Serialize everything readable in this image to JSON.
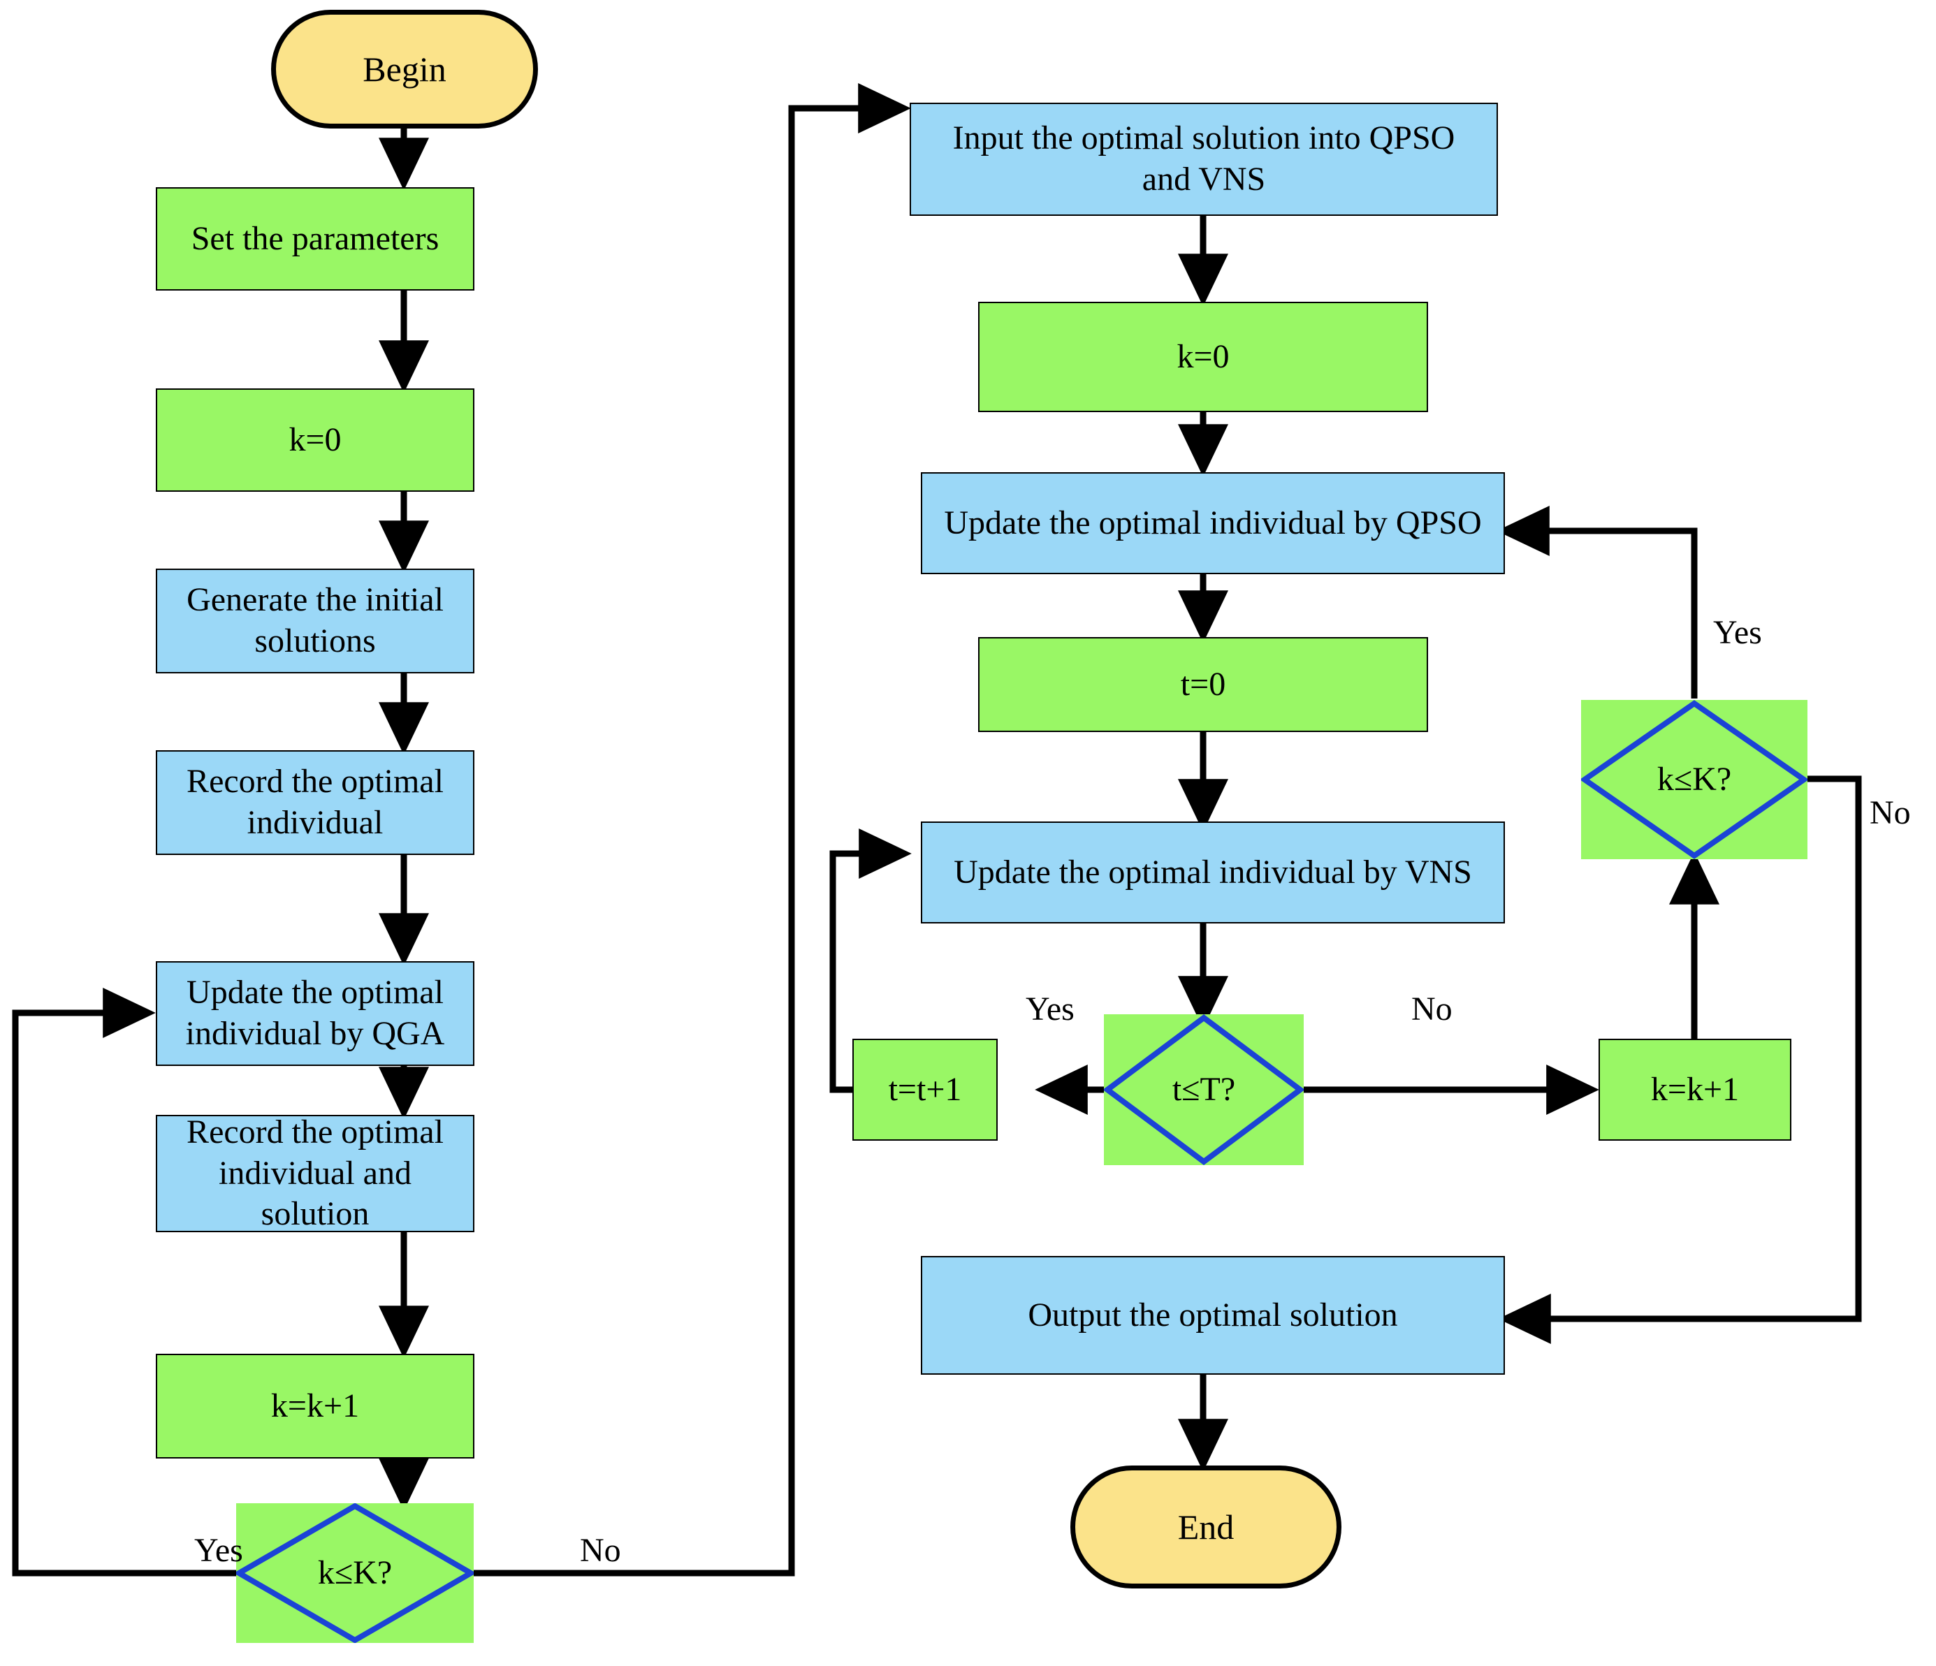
{
  "diagram": {
    "title": "Hybrid QGA-QPSO-VNS algorithm flowchart",
    "colors": {
      "terminator_fill": "#FBE38A",
      "process_green_fill": "#99F765",
      "process_blue_fill": "#9BD8F7",
      "decision_fill": "#99F765",
      "decision_border": "#1B43D6",
      "node_border": "#000000",
      "connector": "#000000",
      "background": "#FFFFFF"
    },
    "nodes": [
      {
        "id": "begin",
        "type": "terminator",
        "label": "Begin"
      },
      {
        "id": "set_params",
        "type": "process",
        "label": "Set the parameters"
      },
      {
        "id": "k0_left",
        "type": "process",
        "label": "k=0"
      },
      {
        "id": "gen_init",
        "type": "process",
        "label": "Generate the initial solutions"
      },
      {
        "id": "record_opt",
        "type": "process",
        "label": "Record the optimal individual"
      },
      {
        "id": "update_qga",
        "type": "process",
        "label": "Update the optimal individual by QGA"
      },
      {
        "id": "record_sol",
        "type": "process",
        "label": "Record the optimal individual and solution"
      },
      {
        "id": "k_inc_left",
        "type": "process",
        "label": "k=k+1"
      },
      {
        "id": "dec_k_left",
        "type": "decision",
        "label": "k≤K?"
      },
      {
        "id": "input_opt",
        "type": "process",
        "label": "Input the optimal solution into QPSO and VNS"
      },
      {
        "id": "k0_right",
        "type": "process",
        "label": "k=0"
      },
      {
        "id": "update_qpso",
        "type": "process",
        "label": "Update the optimal individual by QPSO"
      },
      {
        "id": "t0",
        "type": "process",
        "label": "t=0"
      },
      {
        "id": "update_vns",
        "type": "process",
        "label": "Update the optimal individual by VNS"
      },
      {
        "id": "dec_t",
        "type": "decision",
        "label": "t≤T?"
      },
      {
        "id": "t_inc",
        "type": "process",
        "label": "t=t+1"
      },
      {
        "id": "k_inc_right",
        "type": "process",
        "label": "k=k+1"
      },
      {
        "id": "dec_k_right",
        "type": "decision",
        "label": "k≤K?"
      },
      {
        "id": "output_opt",
        "type": "process",
        "label": "Output the optimal solution"
      },
      {
        "id": "end",
        "type": "terminator",
        "label": "End"
      }
    ],
    "edge_labels": [
      {
        "id": "left_yes",
        "text": "Yes"
      },
      {
        "id": "left_no",
        "text": "No"
      },
      {
        "id": "t_yes",
        "text": "Yes"
      },
      {
        "id": "t_no",
        "text": "No"
      },
      {
        "id": "kr_yes",
        "text": "Yes"
      },
      {
        "id": "kr_no",
        "text": "No"
      }
    ]
  }
}
